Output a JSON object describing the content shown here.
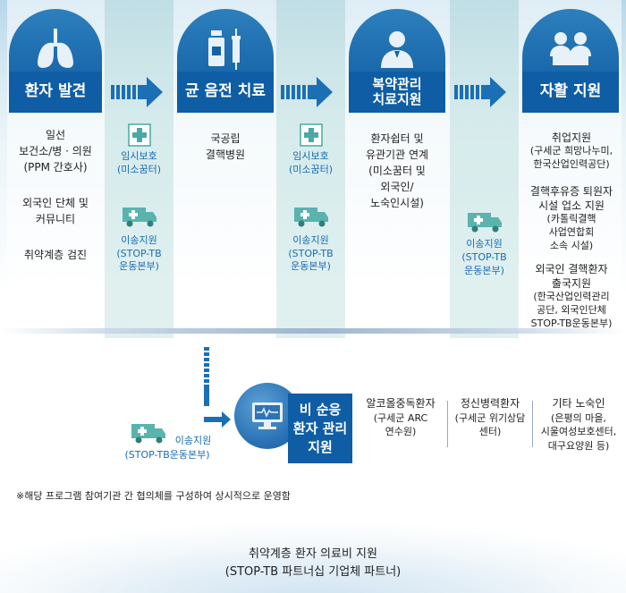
{
  "columns": [
    {
      "header": "환자 발견",
      "icon": "lungs-icon",
      "lines": [
        "일선",
        "보건소/병 · 의원",
        "(PPM 간호사)",
        "외국인 단체 및",
        "커뮤니티",
        "취약계층 검진"
      ]
    },
    {
      "header": "균 음전 치료",
      "icon": "medicine-syringe-icon",
      "lines": [
        "국공립",
        "결핵병원"
      ]
    },
    {
      "header": "복약관리\n치료지원",
      "icon": "doctor-icon",
      "lines": [
        "환자쉽터 및",
        "유관기관 연계",
        "(미소꿈터 및",
        "외국인/",
        "노숙인시설)"
      ]
    },
    {
      "header": "자활 지원",
      "icon": "people-icon",
      "groups": [
        [
          "취업지원",
          "(구세군 희망나누미,",
          "한국산업인력공단)"
        ],
        [
          "결핵후유증 퇴원자",
          "시설 업소 지원",
          "(카톨릭결핵",
          "사업연합회",
          "소속 시설)"
        ],
        [
          "외국인 결핵환자",
          "출국지원",
          "(한국산업인력관리",
          "공단, 외국인단체",
          "STOP-TB운동본부)"
        ]
      ]
    }
  ],
  "middle": [
    {
      "shelter": "임시보호",
      "shelter_sub": "(미소꿈터)",
      "transport": "이송지원",
      "transport_sub1": "(STOP-TB",
      "transport_sub2": "운동본부)"
    },
    {
      "shelter": "임시보호",
      "shelter_sub": "(미소꿈터)",
      "transport": "이송지원",
      "transport_sub1": "(STOP-TB",
      "transport_sub2": "운동본부)"
    },
    {
      "transport": "이송지원",
      "transport_sub1": "(STOP-TB",
      "transport_sub2": "운동본부)"
    }
  ],
  "lower": {
    "transport": "이송지원",
    "transport_sub": "(STOP-TB운동본부)",
    "center_title": [
      "비 순응",
      "환자 관리",
      "지원"
    ],
    "partners": [
      {
        "name": "알코올중독환자",
        "sub": [
          "(구세군 ARC",
          "연수원)"
        ]
      },
      {
        "name": "정신병력환자",
        "sub": [
          "(구세군 위기상담",
          "센터)"
        ]
      },
      {
        "name": "기타 노숙인",
        "sub": [
          "(은평의 마을,",
          "시울여성보호센터,",
          "대구요양원 등)"
        ]
      }
    ],
    "note": "※해당 프로그램 참여기관 간 협의체를 구성하여 상시적으로 운영함"
  },
  "bottom": {
    "line1": "취약계층 환자 의료비 지원",
    "line2": "(STOP-TB 파트너십 기업체 파트너)"
  },
  "colors": {
    "primary": "#0f5da4",
    "accent": "#1a6cb3",
    "teal": "#4aa8a6"
  }
}
